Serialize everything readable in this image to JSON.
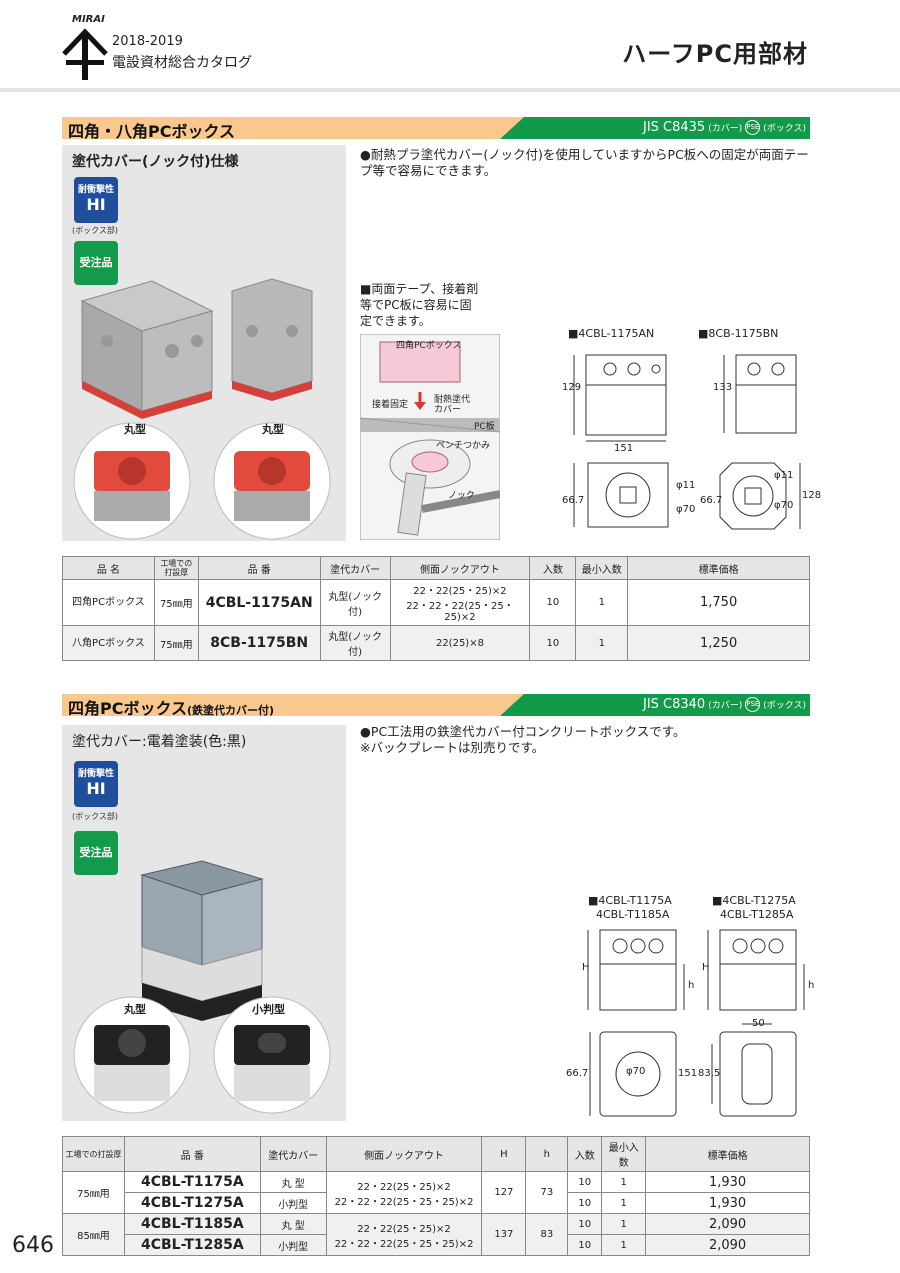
{
  "header": {
    "brand": "MIRAI",
    "catalog_year": "2018-2019",
    "catalog_name": "電設資材総合カタログ",
    "page_title": "ハーフPC用部材"
  },
  "section1": {
    "title": "四角・八角PCボックス",
    "jis_code": "JIS C8435",
    "jis_cover": "(カバー)",
    "pse_mark": "PSE",
    "jis_box": "(ボックス)",
    "spec_title": "塗代カバー(ノック付)仕様",
    "hi_line1": "耐衝撃性",
    "hi_line2": "HI",
    "hi_note": "(ボックス部)",
    "order_badge": "受注品",
    "photo_label_a": "丸型",
    "photo_label_b": "丸型",
    "desc": "●耐熱プラ塗代カバー(ノック付)を使用していますからPC板への固定が両面テープ等で容易にできます。",
    "diagram_note": "■両面テープ、接着剤等でPC板に容易に固定できます。",
    "diagram_label_box": "四角PCボックス",
    "diagram_label_fix": "接着固定",
    "diagram_label_cover": "耐熱塗代カバー",
    "diagram_label_pc": "PC板",
    "diagram_label_pliers": "ペンチつかみ",
    "diagram_label_knock": "ノック",
    "drawing_a_title": "■4CBL-1175AN",
    "drawing_b_title": "■8CB-1175BN",
    "dim_129": "129",
    "dim_133": "133",
    "dim_151": "151",
    "dim_128": "128",
    "dim_667a": "66.7",
    "dim_667b": "66.7",
    "dim_phi11a": "φ11",
    "dim_phi70a": "φ70",
    "dim_phi11b": "φ11",
    "dim_phi70b": "φ70",
    "table": {
      "headers": [
        "品 名",
        "工場での打設厚",
        "品 番",
        "塗代カバー",
        "側面ノックアウト",
        "入数",
        "最小入数",
        "標準価格"
      ],
      "rows": [
        {
          "name": "四角PCボックス",
          "thickness": "75㎜用",
          "pno": "4CBL-1175AN",
          "cover": "丸型(ノック付)",
          "knock1": "22・22(25・25)×2",
          "knock2": "22・22・22(25・25・25)×2",
          "qty": "10",
          "min": "1",
          "price": "1,750"
        },
        {
          "name": "八角PCボックス",
          "thickness": "75㎜用",
          "pno": "8CB-1175BN",
          "cover": "丸型(ノック付)",
          "knock1": "22(25)×8",
          "knock2": "",
          "qty": "10",
          "min": "1",
          "price": "1,250"
        }
      ]
    }
  },
  "section2": {
    "title": "四角PCボックス",
    "title_small": "(鉄塗代カバー付)",
    "jis_code": "JIS C8340",
    "jis_cover": "(カバー)",
    "pse_mark": "PSE",
    "jis_box": "(ボックス)",
    "spec_title": "塗代カバー:電着塗装(色:黒)",
    "hi_line1": "耐衝撃性",
    "hi_line2": "HI",
    "hi_note": "(ボックス部)",
    "order_badge": "受注品",
    "photo_label_a": "丸型",
    "photo_label_b": "小判型",
    "desc1": "●PC工法用の鉄塗代カバー付コンクリートボックスです。",
    "desc2": "※バックプレートは別売りです。",
    "drawing_a_title1": "■4CBL-T1175A",
    "drawing_a_title2": "4CBL-T1185A",
    "drawing_b_title1": "■4CBL-T1275A",
    "drawing_b_title2": "4CBL-T1285A",
    "dim_H1": "H",
    "dim_h1": "h",
    "dim_H2": "H",
    "dim_h2": "h",
    "dim_50": "50",
    "dim_667": "66.7",
    "dim_151": "151",
    "dim_835": "83.5",
    "dim_phi70": "φ70",
    "table": {
      "headers": [
        "工場での打設厚",
        "品 番",
        "塗代カバー",
        "側面ノックアウト",
        "H",
        "h",
        "入数",
        "最小入数",
        "標準価格"
      ],
      "groups": [
        {
          "thickness": "75㎜用",
          "knock1": "22・22(25・25)×2",
          "knock2": "22・22・22(25・25・25)×2",
          "H": "127",
          "h": "73",
          "rows": [
            {
              "pno": "4CBL-T1175A",
              "cover": "丸 型",
              "qty": "10",
              "min": "1",
              "price": "1,930"
            },
            {
              "pno": "4CBL-T1275A",
              "cover": "小判型",
              "qty": "10",
              "min": "1",
              "price": "1,930"
            }
          ]
        },
        {
          "thickness": "85㎜用",
          "knock1": "22・22(25・25)×2",
          "knock2": "22・22・22(25・25・25)×2",
          "H": "137",
          "h": "83",
          "rows": [
            {
              "pno": "4CBL-T1185A",
              "cover": "丸 型",
              "qty": "10",
              "min": "1",
              "price": "2,090"
            },
            {
              "pno": "4CBL-T1285A",
              "cover": "小判型",
              "qty": "10",
              "min": "1",
              "price": "2,090"
            }
          ]
        }
      ]
    }
  },
  "page_number": "646"
}
